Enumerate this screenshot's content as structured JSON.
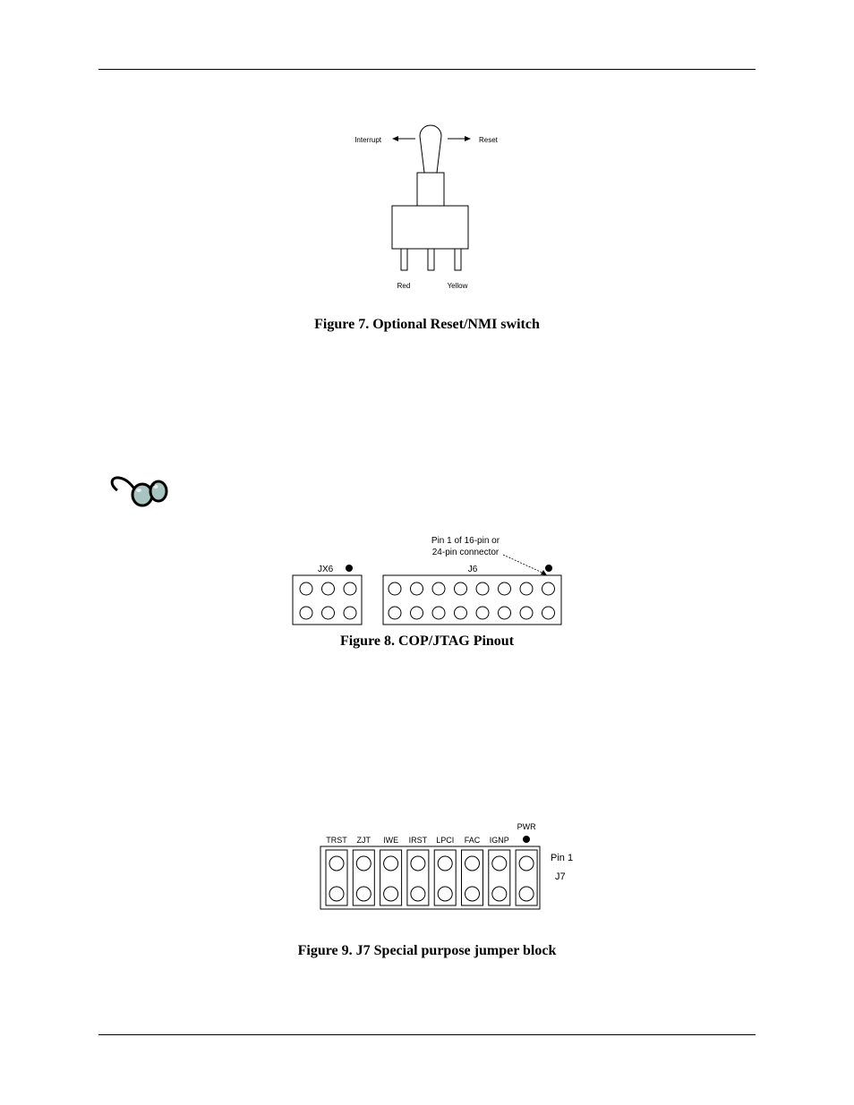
{
  "figure7": {
    "label_left": "Interrupt",
    "label_right": "Reset",
    "pin_left": "Red",
    "pin_right": "Yellow",
    "caption": "Figure 7.  Optional Reset/NMI switch"
  },
  "figure8": {
    "jx6_label": "JX6",
    "j6_label": "J6",
    "annotation_line1": "Pin 1 of 16-pin or",
    "annotation_line2": "24-pin connector",
    "caption": "Figure 8.  COP/JTAG Pinout"
  },
  "figure9": {
    "jumper_labels": [
      "TRST",
      "ZJT",
      "IWE",
      "IRST",
      "LPCI",
      "FAC",
      "IGNP",
      "PWR"
    ],
    "pin1_label": "Pin 1",
    "block_label": "J7",
    "caption": "Figure 9.  J7 Special purpose jumper block"
  },
  "icons": {
    "note": "glasses-icon"
  }
}
